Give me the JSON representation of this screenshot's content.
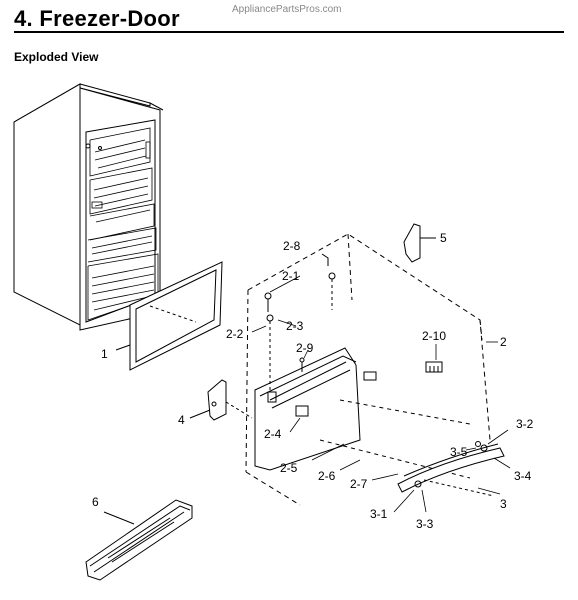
{
  "header": {
    "title": "4.  Freezer-Door",
    "watermark": "AppliancePartsPros.com",
    "subtitle": "Exploded View"
  },
  "diagram": {
    "labels": [
      "1",
      "2",
      "2-1",
      "2-2",
      "2-3",
      "2-4",
      "2-5",
      "2-6",
      "2-7",
      "2-8",
      "2-9",
      "2-10",
      "3",
      "3-1",
      "3-2",
      "3-3",
      "3-4",
      "3-5",
      "4",
      "5",
      "6"
    ]
  }
}
